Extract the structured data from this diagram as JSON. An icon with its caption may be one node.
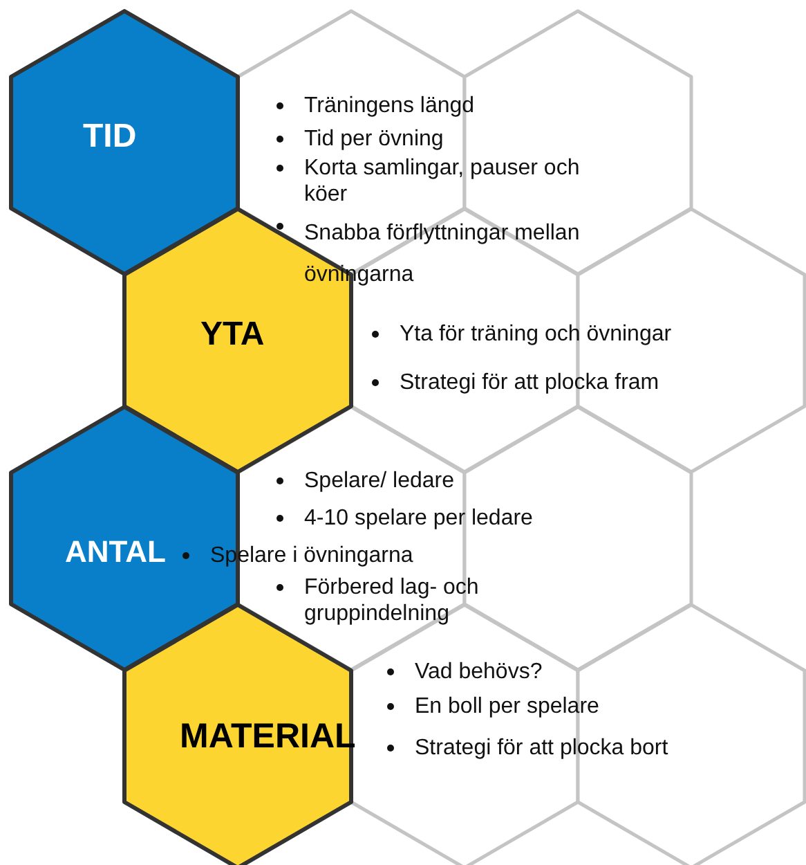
{
  "diagram": {
    "nodes": [
      {
        "text": [
          "TID"
        ]
      },
      {
        "text": [],
        "shape": "hexagon"
      },
      {
        "text": [],
        "shape": "hexagon"
      },
      {
        "text": [
          "YTA"
        ]
      },
      {
        "text": [],
        "shape": "hexagon"
      },
      {
        "text": [],
        "shape": "hexagon"
      },
      {
        "text": [
          "ANTAL"
        ]
      },
      {
        "text": [],
        "shape": "hexagon"
      },
      {
        "text": [],
        "shape": "hexagon"
      },
      {
        "text": [
          "MATERIAL"
        ]
      },
      {
        "text": [],
        "shape": "hexagon"
      },
      {
        "text": [],
        "shape": "hexagon"
      }
    ],
    "labels": [
      "Träningens längd",
      "Tid per övning",
      "Korta samlingar, pauser och köer",
      "Snabba förflyttningar mellan övningarna",
      "Yta för träning och övningar",
      "Strategi för att plocka fram",
      "Spelare/ ledare",
      "4-10 spelare per ledare",
      "Spelare i övningarna",
      "Förbered lag- och gruppindelning",
      "Vad behövs?",
      "En boll per spelare",
      "Strategi för att plocka bort"
    ]
  }
}
